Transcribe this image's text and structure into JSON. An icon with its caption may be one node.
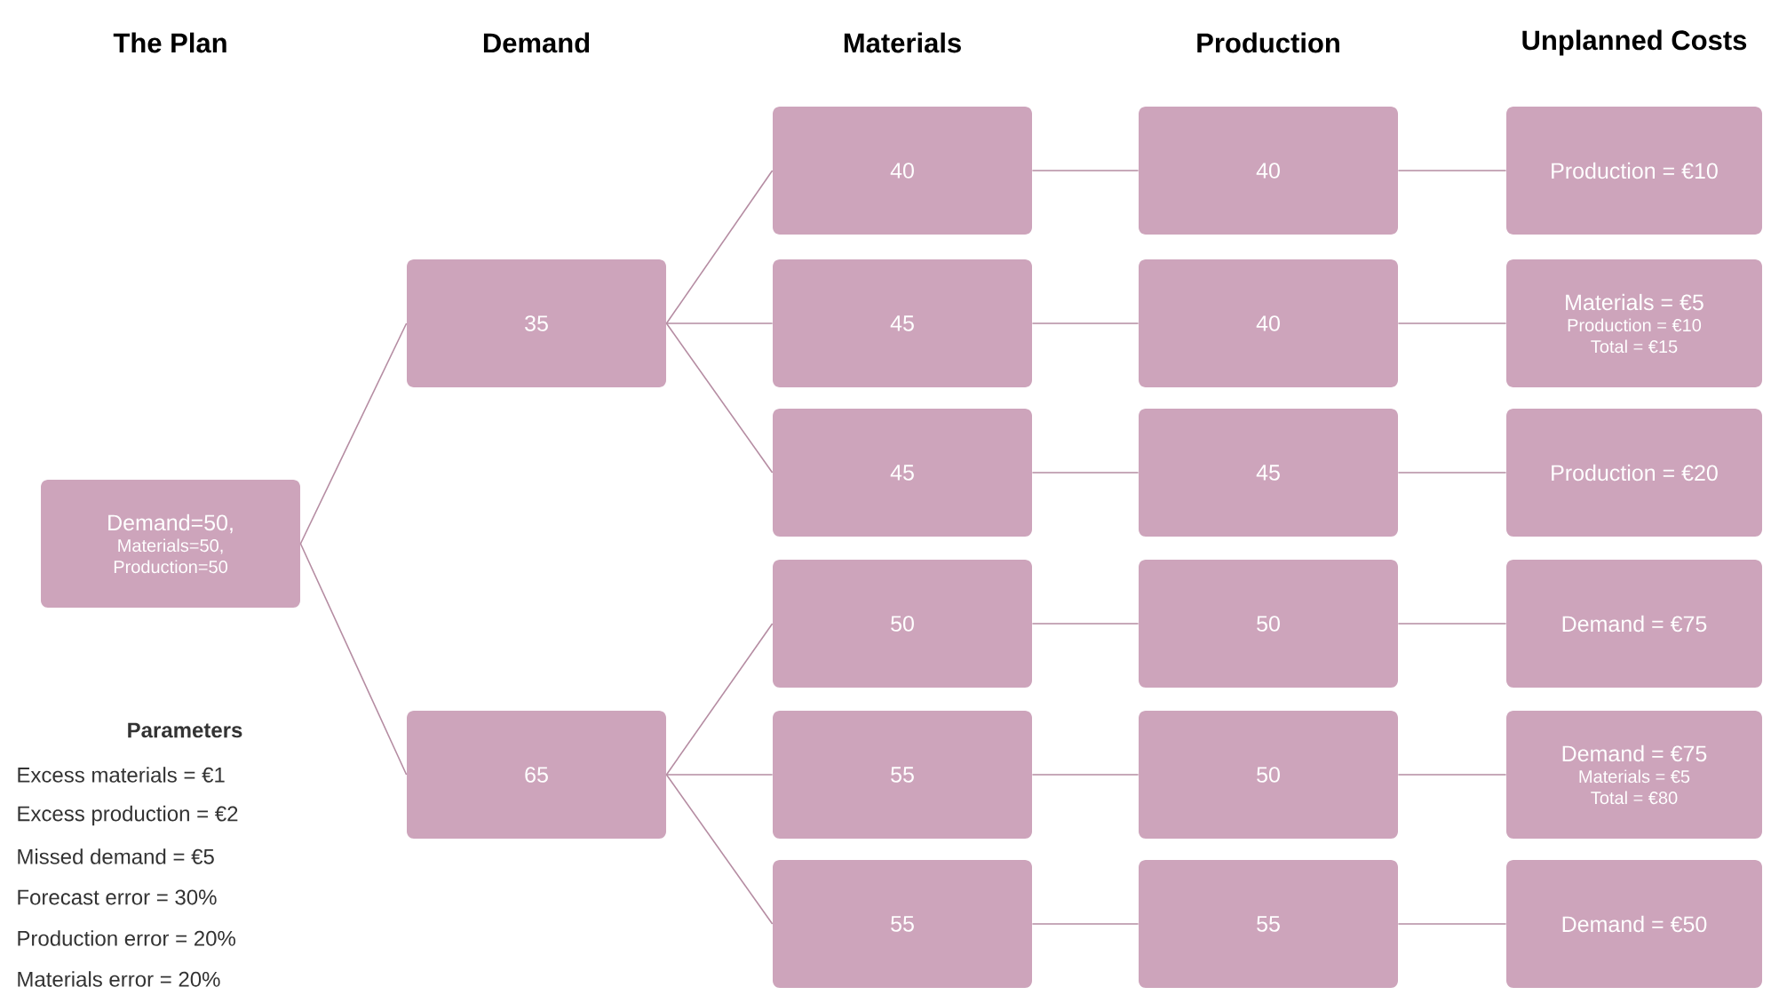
{
  "diagram": {
    "nodes": [
      {
        "text": [
          "Demand=50,",
          "Materials=50,",
          "Production=50"
        ]
      },
      {
        "text": [
          "35"
        ]
      },
      {
        "text": [
          "65"
        ]
      },
      {
        "text": [
          "40"
        ]
      },
      {
        "text": [
          "45"
        ]
      },
      {
        "text": [
          "45"
        ]
      },
      {
        "text": [
          "50"
        ]
      },
      {
        "text": [
          "55"
        ]
      },
      {
        "text": [
          "55"
        ]
      },
      {
        "text": [
          "40"
        ]
      },
      {
        "text": [
          "40"
        ]
      },
      {
        "text": [
          "45"
        ]
      },
      {
        "text": [
          "50"
        ]
      },
      {
        "text": [
          "50"
        ]
      },
      {
        "text": [
          "55"
        ]
      },
      {
        "text": [
          "Production = €10"
        ]
      },
      {
        "text": [
          "Materials = €5",
          "Production = €10",
          "Total  = €15"
        ]
      },
      {
        "text": [
          "Production = €20"
        ]
      },
      {
        "text": [
          "Demand = €75"
        ]
      },
      {
        "text": [
          "Demand = €75",
          "Materials = €5",
          "Total  = €80"
        ]
      },
      {
        "text": [
          "Demand = €50"
        ]
      }
    ],
    "edges": [
      {
        "from": 0,
        "to": 1,
        "arrow": "none"
      },
      {
        "from": 0,
        "to": 2,
        "arrow": "none"
      },
      {
        "from": 1,
        "to": 3,
        "arrow": "none"
      },
      {
        "from": 1,
        "to": 4,
        "arrow": "none"
      },
      {
        "from": 1,
        "to": 5,
        "arrow": "none"
      },
      {
        "from": 2,
        "to": 6,
        "arrow": "none"
      },
      {
        "from": 2,
        "to": 7,
        "arrow": "none"
      },
      {
        "from": 2,
        "to": 8,
        "arrow": "none"
      },
      {
        "from": 3,
        "to": 9,
        "arrow": "none"
      },
      {
        "from": 4,
        "to": 10,
        "arrow": "none"
      },
      {
        "from": 5,
        "to": 11,
        "arrow": "none"
      },
      {
        "from": 6,
        "to": 12,
        "arrow": "none"
      },
      {
        "from": 7,
        "to": 13,
        "arrow": "none"
      },
      {
        "from": 8,
        "to": 14,
        "arrow": "none"
      },
      {
        "from": 9,
        "to": 15,
        "arrow": "none"
      },
      {
        "from": 10,
        "to": 16,
        "arrow": "none"
      },
      {
        "from": 11,
        "to": 17,
        "arrow": "none"
      },
      {
        "from": 12,
        "to": 18,
        "arrow": "none"
      },
      {
        "from": 13,
        "to": 19,
        "arrow": "none"
      },
      {
        "from": 14,
        "to": 20,
        "arrow": "none"
      }
    ],
    "labels": [
      "The Plan",
      "Demand",
      "Materials",
      "Production",
      "Unplanned Costs",
      "Parameters",
      "Excess materials = €1",
      "Excess production = €2",
      "Missed demand = €5",
      "Forecast error = 30%",
      "Production error = 20%",
      "Materials error = 20%"
    ]
  }
}
